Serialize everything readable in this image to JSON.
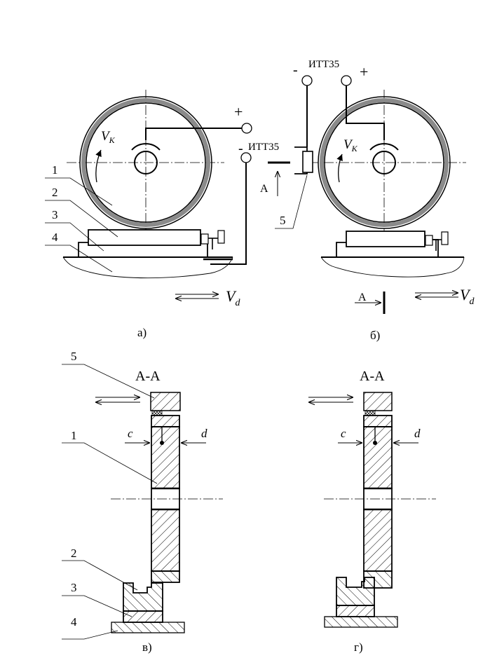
{
  "figure_a": {
    "caption": "а)",
    "velocity_wheel": "V",
    "velocity_wheel_sub": "K",
    "velocity_drive": "V",
    "velocity_drive_sub": "d",
    "plus": "+",
    "minus": "-",
    "meter": "ИТТ35",
    "callouts": [
      "1",
      "2",
      "3",
      "4"
    ]
  },
  "figure_b": {
    "caption": "б)",
    "velocity_wheel": "V",
    "velocity_wheel_sub": "K",
    "velocity_drive": "V",
    "velocity_drive_sub": "d",
    "plus": "+",
    "minus": "-",
    "meter": "ИТТ35",
    "view_mark": "А",
    "view_mark_bottom": "А",
    "callout_5": "5"
  },
  "figure_c": {
    "caption": "в)",
    "section": "А-А",
    "dim_c": "c",
    "dim_d": "d",
    "callouts": [
      "5",
      "1",
      "2",
      "3",
      "4"
    ]
  },
  "figure_d": {
    "caption": "г)",
    "section": "А-А",
    "dim_c": "c",
    "dim_d": "d"
  }
}
